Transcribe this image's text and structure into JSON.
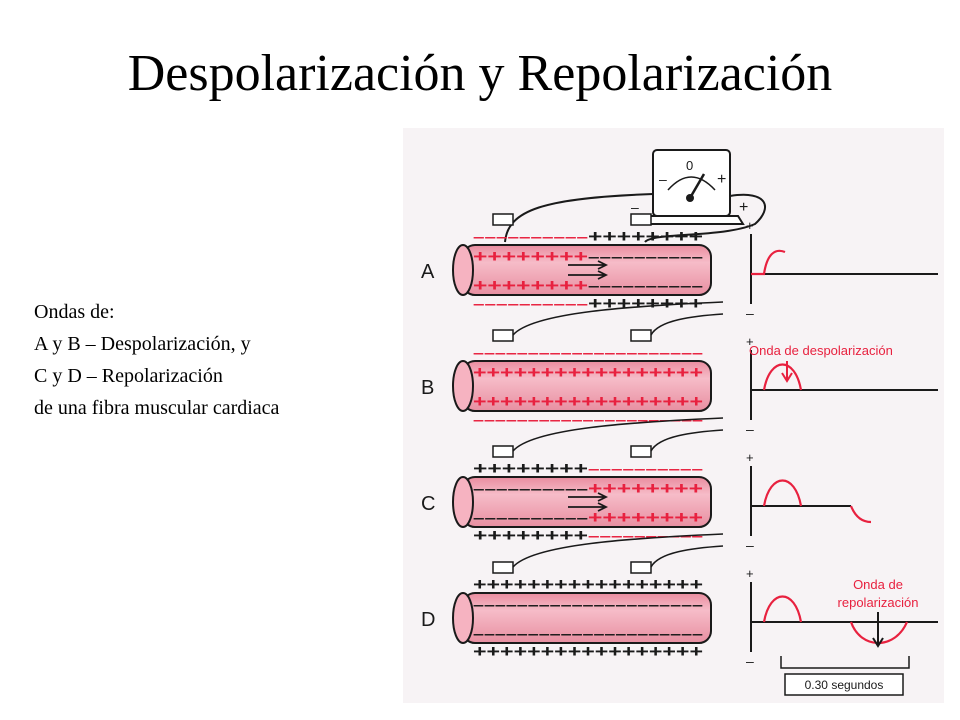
{
  "slide": {
    "title": "Despolarización y Repolarización",
    "caption": [
      "Ondas de:",
      "A y B – Despolarización, y",
      "C y D – Repolarización",
      "de una fibra muscular cardiaca"
    ]
  },
  "figure": {
    "meter_scale_label": "0",
    "meter_plus": "+",
    "meter_minus": "–",
    "fibers": [
      {
        "label": "A",
        "depolarized_fraction": 0.5
      },
      {
        "label": "B",
        "depolarized_fraction": 1.0
      },
      {
        "label": "C",
        "repolarized_fraction": 0.5
      },
      {
        "label": "D",
        "repolarized_fraction": 1.0
      }
    ],
    "trace_plus": "+",
    "trace_minus": "–",
    "annotations": {
      "depolarization_wave": "Onda de despolarización",
      "repolarization_wave_line1": "Onda de",
      "repolarization_wave_line2": "repolarización",
      "time_scale": "0.30 segundos"
    }
  },
  "colors": {
    "panel_background": "#f7f3f5",
    "fiber_fill": "#f2a8b6",
    "charge_red": "#e8213f",
    "ink": "#1a1a1a"
  }
}
